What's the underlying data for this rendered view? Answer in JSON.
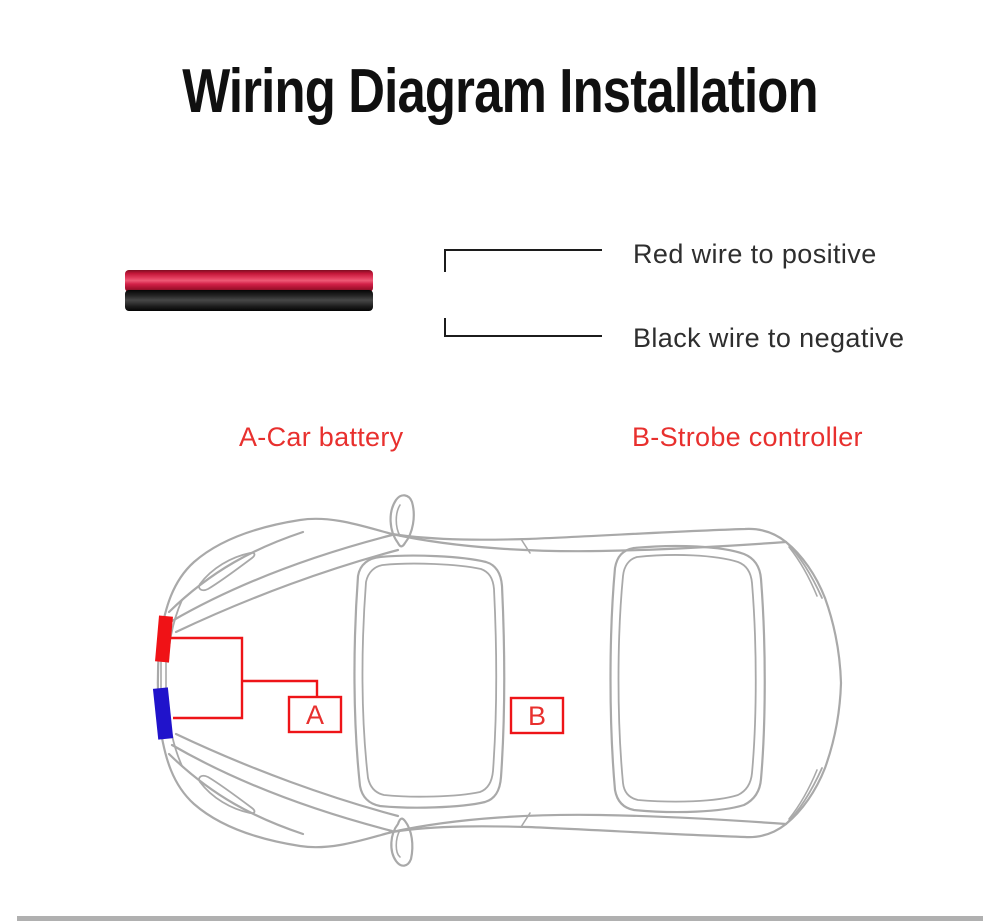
{
  "title": "Wiring Diagram Installation",
  "legend": {
    "red": "Red wire to positive",
    "black": "Black wire to negative"
  },
  "part_labels": {
    "a": "A-Car battery",
    "b": "B-Strobe controller"
  },
  "markers": {
    "a": "A",
    "b": "B"
  },
  "colors": {
    "accent_red": "#ee1418",
    "label_red": "#e8302e",
    "wire_overlay_red": "#f01216",
    "wire_overlay_blue": "#2013cb",
    "car_line_gray": "#a9a9a9",
    "legend_line_black": "#1c1c1c",
    "footer_bar_gray": "#b0b0b0"
  }
}
